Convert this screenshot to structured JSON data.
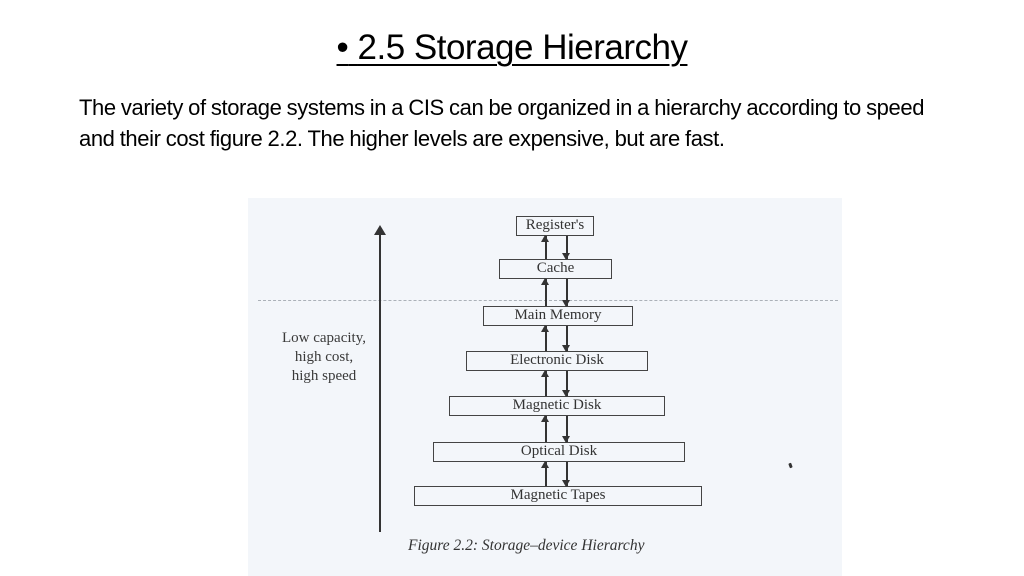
{
  "slide": {
    "title_bullet": "•",
    "title": "2.5 Storage Hierarchy",
    "body": "The variety of storage systems in a CIS can be organized in a hierarchy according to speed and their cost figure 2.2. The higher levels are expensive, but are fast."
  },
  "figure": {
    "side_label_lines": [
      "Low capacity,",
      "high cost,",
      "high speed"
    ],
    "levels": [
      {
        "label": "Register's"
      },
      {
        "label": "Cache"
      },
      {
        "label": "Main Memory"
      },
      {
        "label": "Electronic Disk"
      },
      {
        "label": "Magnetic Disk"
      },
      {
        "label": "Optical Disk"
      },
      {
        "label": "Magnetic Tapes"
      }
    ],
    "caption": "Figure 2.2: Storage–device Hierarchy",
    "colors": {
      "background": "#f3f6fa",
      "ink": "#333333"
    }
  }
}
